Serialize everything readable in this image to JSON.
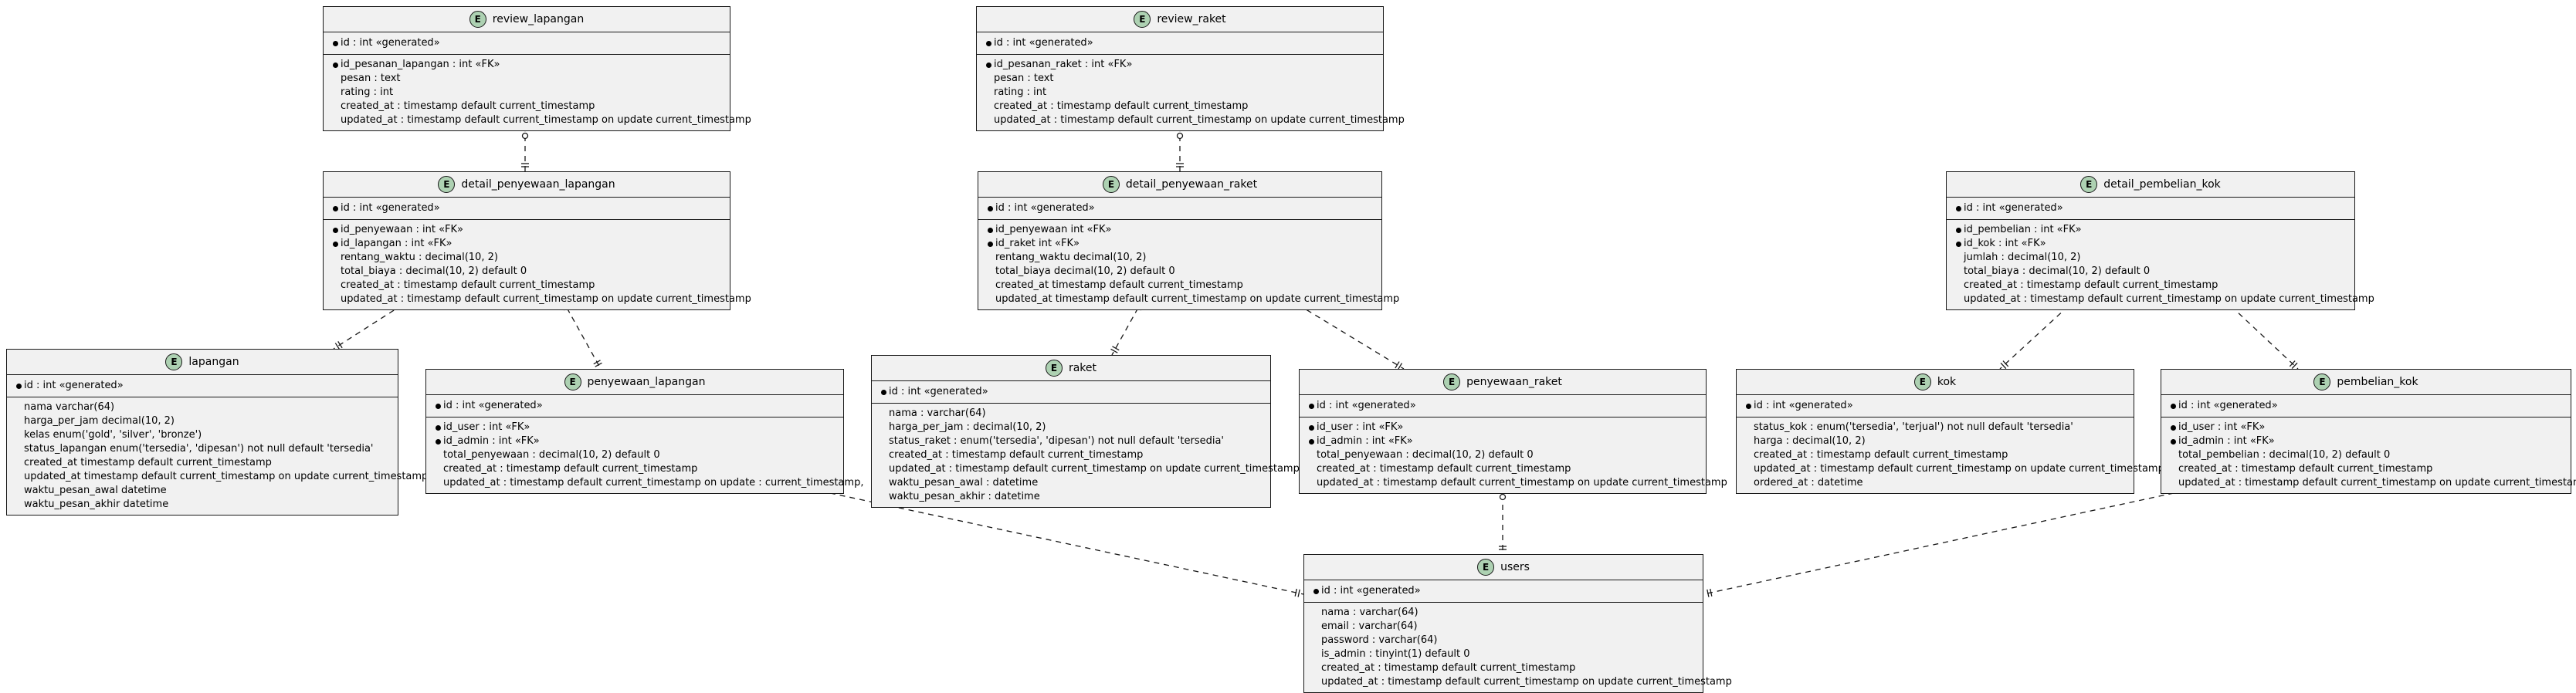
{
  "entities": [
    {
      "id": "review_lapangan",
      "name": "review_lapangan",
      "badge": "E",
      "pk": "id : int «generated»",
      "fields": [
        {
          "key": true,
          "text": "id_pesanan_lapangan : int «FK»"
        },
        {
          "key": false,
          "text": "pesan : text"
        },
        {
          "key": false,
          "text": "rating : int"
        },
        {
          "key": false,
          "text": "created_at : timestamp default current_timestamp"
        },
        {
          "key": false,
          "text": "updated_at : timestamp default current_timestamp on update current_timestamp"
        }
      ]
    },
    {
      "id": "review_raket",
      "name": "review_raket",
      "badge": "E",
      "pk": "id : int «generated»",
      "fields": [
        {
          "key": true,
          "text": "id_pesanan_raket : int «FK»"
        },
        {
          "key": false,
          "text": "pesan : text"
        },
        {
          "key": false,
          "text": "rating : int"
        },
        {
          "key": false,
          "text": "created_at : timestamp default current_timestamp"
        },
        {
          "key": false,
          "text": "updated_at : timestamp default current_timestamp on update current_timestamp"
        }
      ]
    },
    {
      "id": "detail_penyewaan_lapangan",
      "name": "detail_penyewaan_lapangan",
      "badge": "E",
      "pk": "id : int «generated»",
      "fields": [
        {
          "key": true,
          "text": "id_penyewaan : int «FK»"
        },
        {
          "key": true,
          "text": "id_lapangan : int «FK»"
        },
        {
          "key": false,
          "text": "rentang_waktu : decimal(10, 2)"
        },
        {
          "key": false,
          "text": "total_biaya : decimal(10, 2) default 0"
        },
        {
          "key": false,
          "text": "created_at : timestamp default current_timestamp"
        },
        {
          "key": false,
          "text": "updated_at : timestamp default current_timestamp on update current_timestamp"
        }
      ]
    },
    {
      "id": "detail_penyewaan_raket",
      "name": "detail_penyewaan_raket",
      "badge": "E",
      "pk": "id : int «generated»",
      "fields": [
        {
          "key": true,
          "text": "id_penyewaan int «FK»"
        },
        {
          "key": true,
          "text": "id_raket int «FK»"
        },
        {
          "key": false,
          "text": "rentang_waktu decimal(10, 2)"
        },
        {
          "key": false,
          "text": "total_biaya decimal(10, 2) default 0"
        },
        {
          "key": false,
          "text": "created_at timestamp default current_timestamp"
        },
        {
          "key": false,
          "text": "updated_at timestamp default current_timestamp on update current_timestamp"
        }
      ]
    },
    {
      "id": "detail_pembelian_kok",
      "name": "detail_pembelian_kok",
      "badge": "E",
      "pk": "id : int «generated»",
      "fields": [
        {
          "key": true,
          "text": "id_pembelian : int «FK»"
        },
        {
          "key": true,
          "text": "id_kok : int «FK»"
        },
        {
          "key": false,
          "text": "jumlah : decimal(10, 2)"
        },
        {
          "key": false,
          "text": "total_biaya : decimal(10, 2) default 0"
        },
        {
          "key": false,
          "text": "created_at : timestamp default current_timestamp"
        },
        {
          "key": false,
          "text": "updated_at : timestamp default current_timestamp on update current_timestamp"
        }
      ]
    },
    {
      "id": "lapangan",
      "name": "lapangan",
      "badge": "E",
      "pk": "id : int «generated»",
      "fields": [
        {
          "key": false,
          "text": "nama varchar(64)"
        },
        {
          "key": false,
          "text": "harga_per_jam decimal(10, 2)"
        },
        {
          "key": false,
          "text": "kelas enum('gold', 'silver', 'bronze')"
        },
        {
          "key": false,
          "text": "status_lapangan enum('tersedia', 'dipesan') not null default 'tersedia'"
        },
        {
          "key": false,
          "text": "created_at timestamp default current_timestamp"
        },
        {
          "key": false,
          "text": "updated_at timestamp default current_timestamp on update current_timestamp"
        },
        {
          "key": false,
          "text": "waktu_pesan_awal datetime"
        },
        {
          "key": false,
          "text": "waktu_pesan_akhir datetime"
        }
      ]
    },
    {
      "id": "penyewaan_lapangan",
      "name": "penyewaan_lapangan",
      "badge": "E",
      "pk": "id : int «generated»",
      "fields": [
        {
          "key": true,
          "text": "id_user : int «FK»"
        },
        {
          "key": true,
          "text": "id_admin : int «FK»"
        },
        {
          "key": false,
          "text": "total_penyewaan : decimal(10, 2) default 0"
        },
        {
          "key": false,
          "text": "created_at : timestamp default current_timestamp"
        },
        {
          "key": false,
          "text": "updated_at : timestamp default current_timestamp on update : current_timestamp,"
        }
      ]
    },
    {
      "id": "raket",
      "name": "raket",
      "badge": "E",
      "pk": "id : int «generated»",
      "fields": [
        {
          "key": false,
          "text": "nama : varchar(64)"
        },
        {
          "key": false,
          "text": "harga_per_jam : decimal(10, 2)"
        },
        {
          "key": false,
          "text": "status_raket : enum('tersedia', 'dipesan') not null default 'tersedia'"
        },
        {
          "key": false,
          "text": "created_at : timestamp default current_timestamp"
        },
        {
          "key": false,
          "text": "updated_at : timestamp default current_timestamp on update current_timestamp"
        },
        {
          "key": false,
          "text": "waktu_pesan_awal : datetime"
        },
        {
          "key": false,
          "text": "waktu_pesan_akhir : datetime"
        }
      ]
    },
    {
      "id": "penyewaan_raket",
      "name": "penyewaan_raket",
      "badge": "E",
      "pk": "id : int «generated»",
      "fields": [
        {
          "key": true,
          "text": "id_user : int «FK»"
        },
        {
          "key": true,
          "text": "id_admin : int «FK»"
        },
        {
          "key": false,
          "text": "total_penyewaan : decimal(10, 2) default 0"
        },
        {
          "key": false,
          "text": "created_at : timestamp default current_timestamp"
        },
        {
          "key": false,
          "text": "updated_at : timestamp default current_timestamp on update current_timestamp"
        }
      ]
    },
    {
      "id": "kok",
      "name": "kok",
      "badge": "E",
      "pk": "id : int «generated»",
      "fields": [
        {
          "key": false,
          "text": "status_kok : enum('tersedia', 'terjual') not null default 'tersedia'"
        },
        {
          "key": false,
          "text": "harga : decimal(10, 2)"
        },
        {
          "key": false,
          "text": "created_at : timestamp default current_timestamp"
        },
        {
          "key": false,
          "text": "updated_at : timestamp default current_timestamp on update current_timestamp"
        },
        {
          "key": false,
          "text": "ordered_at : datetime"
        }
      ]
    },
    {
      "id": "pembelian_kok",
      "name": "pembelian_kok",
      "badge": "E",
      "pk": "id : int «generated»",
      "fields": [
        {
          "key": true,
          "text": "id_user : int «FK»"
        },
        {
          "key": true,
          "text": "id_admin : int «FK»"
        },
        {
          "key": false,
          "text": "total_pembelian : decimal(10, 2) default 0"
        },
        {
          "key": false,
          "text": "created_at : timestamp default current_timestamp"
        },
        {
          "key": false,
          "text": "updated_at : timestamp default current_timestamp on update current_timestamp"
        }
      ]
    },
    {
      "id": "users",
      "name": "users",
      "badge": "E",
      "pk": "id : int «generated»",
      "fields": [
        {
          "key": false,
          "text": "nama : varchar(64)"
        },
        {
          "key": false,
          "text": "email : varchar(64)"
        },
        {
          "key": false,
          "text": "password : varchar(64)"
        },
        {
          "key": false,
          "text": "is_admin : tinyint(1) default 0"
        },
        {
          "key": false,
          "text": "created_at : timestamp default current_timestamp"
        },
        {
          "key": false,
          "text": "updated_at : timestamp default current_timestamp on update current_timestamp"
        }
      ]
    }
  ],
  "relations": [
    {
      "from": "detail_penyewaan_lapangan",
      "to": "review_lapangan",
      "from_end": "one",
      "to_end": "zero_or_many"
    },
    {
      "from": "detail_penyewaan_raket",
      "to": "review_raket",
      "from_end": "one",
      "to_end": "zero_or_many"
    },
    {
      "from": "detail_penyewaan_lapangan",
      "to": "lapangan",
      "from_end": "one_or_many",
      "to_end": "one"
    },
    {
      "from": "detail_penyewaan_lapangan",
      "to": "penyewaan_lapangan",
      "from_end": "one_or_many",
      "to_end": "one"
    },
    {
      "from": "detail_penyewaan_raket",
      "to": "raket",
      "from_end": "one_or_many",
      "to_end": "one"
    },
    {
      "from": "detail_penyewaan_raket",
      "to": "penyewaan_raket",
      "from_end": "one_or_many",
      "to_end": "one"
    },
    {
      "from": "detail_pembelian_kok",
      "to": "kok",
      "from_end": "one_or_many",
      "to_end": "one"
    },
    {
      "from": "detail_pembelian_kok",
      "to": "pembelian_kok",
      "from_end": "one_or_many",
      "to_end": "one"
    },
    {
      "from": "penyewaan_lapangan",
      "to": "users",
      "from_end": "zero_or_many",
      "to_end": "one"
    },
    {
      "from": "penyewaan_raket",
      "to": "users",
      "from_end": "zero_or_many",
      "to_end": "one"
    },
    {
      "from": "pembelian_kok",
      "to": "users",
      "from_end": "zero_or_many",
      "to_end": "one"
    }
  ]
}
